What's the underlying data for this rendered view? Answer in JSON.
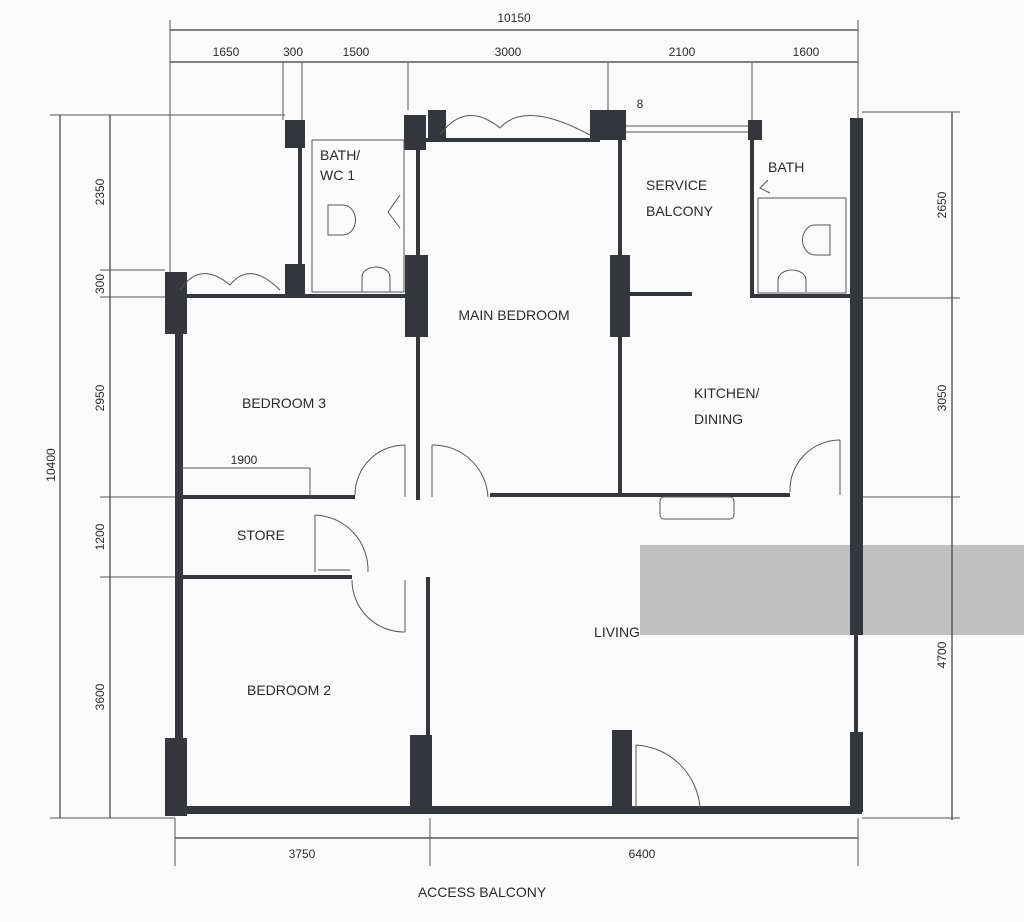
{
  "plan": {
    "dimensions": {
      "overall_width": "10150",
      "top": [
        "1650",
        "300",
        "1500",
        "3000",
        "2100",
        "1600"
      ],
      "left_total": "10400",
      "left": [
        "2350",
        "300",
        "2950",
        "1200",
        "3600"
      ],
      "right": [
        "2650",
        "3050",
        "4700"
      ],
      "bottom": [
        "3750",
        "6400"
      ],
      "store_shelf": "1900",
      "marker": "8"
    },
    "rooms": {
      "bath_wc1_line1": "BATH/",
      "bath_wc1_line2": "WC 1",
      "main_bedroom": "MAIN BEDROOM",
      "service_balcony_line1": "SERVICE",
      "service_balcony_line2": "BALCONY",
      "bath": "BATH",
      "bedroom3": "BEDROOM 3",
      "kitchen_line1": "KITCHEN/",
      "kitchen_line2": "DINING",
      "store": "STORE",
      "living": "LIVING",
      "bedroom2": "BEDROOM 2"
    },
    "access_balcony": "ACCESS BALCONY",
    "colors": {
      "wall": "#34373d",
      "smudge": "#b5b5b5"
    }
  }
}
